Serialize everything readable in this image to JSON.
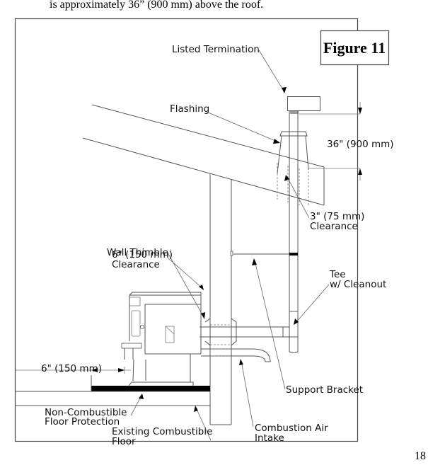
{
  "document": {
    "intro_text": "is approximately 36” (900 mm) above the roof.",
    "page_number": "18"
  },
  "figure": {
    "title": "Figure 11",
    "labels": {
      "listed_termination": "Listed Termination",
      "flashing": "Flashing",
      "height_above_roof": "36\" (900 mm)",
      "clearance_6_line1": "6\" (150 mm)",
      "clearance_6_line2": "Clearance",
      "wall_thimble": "Wall Thimble",
      "clearance_3_line1": "3\" (75 mm)",
      "clearance_3_line2": "Clearance",
      "tee_line1": "Tee",
      "tee_line2": "w/ Cleanout",
      "floor_dim": "6\" (150 mm)",
      "support_bracket": "Support Bracket",
      "floor_protection_line1": "Non-Combustible",
      "floor_protection_line2": "Floor Protection",
      "existing_floor_line1": "Existing Combustible",
      "existing_floor_line2": "Floor",
      "air_intake_line1": "Combustion Air",
      "air_intake_line2": "Intake"
    }
  }
}
